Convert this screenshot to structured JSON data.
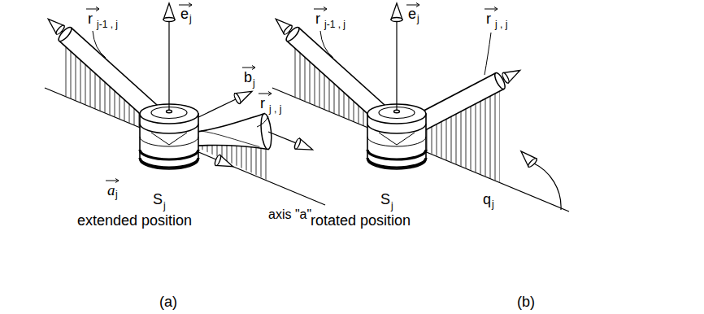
{
  "diagram": {
    "labels": [
      "r",
      "j-1 , j",
      "e",
      "j",
      "b",
      "j",
      "r",
      "j , j",
      "a",
      "j",
      "S",
      "j",
      "axis \"a\"",
      "extended position",
      "(a)",
      "r",
      "j-1 , j",
      "e",
      "j",
      "r",
      "j , j",
      "q",
      "j",
      "S",
      "j",
      "rotated position",
      "(b)"
    ]
  }
}
